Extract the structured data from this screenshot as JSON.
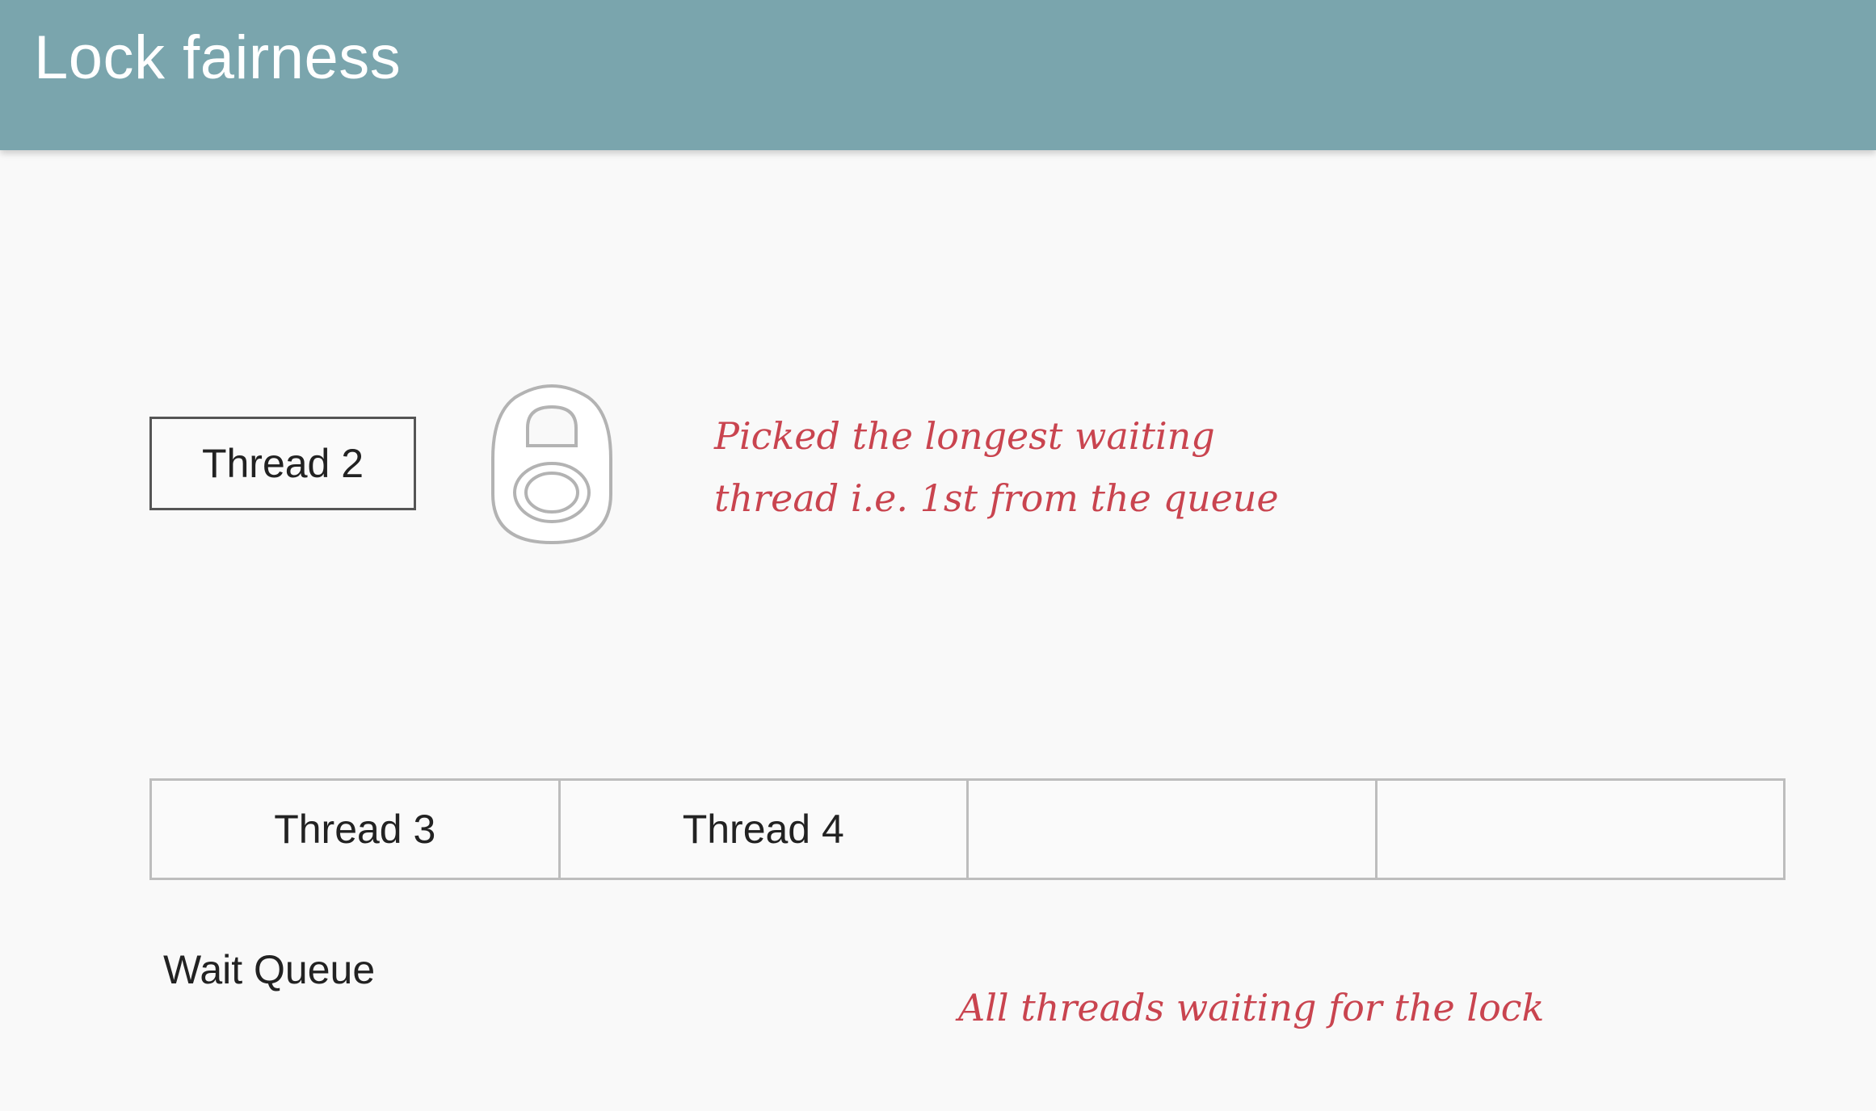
{
  "header": {
    "title": "Lock fairness",
    "background_color": "#7aa5ad"
  },
  "lock_holder": {
    "label": "Thread 2",
    "icon": "padlock-icon"
  },
  "annotations": {
    "picked_line_1": "Picked the longest waiting",
    "picked_line_2": "thread i.e. 1st from the queue",
    "queue_note": "All threads waiting for the lock",
    "color": "#c9444f"
  },
  "wait_queue": {
    "label": "Wait Queue",
    "slots": [
      {
        "label": "Thread 3"
      },
      {
        "label": "Thread 4"
      },
      {
        "label": ""
      },
      {
        "label": ""
      }
    ]
  }
}
